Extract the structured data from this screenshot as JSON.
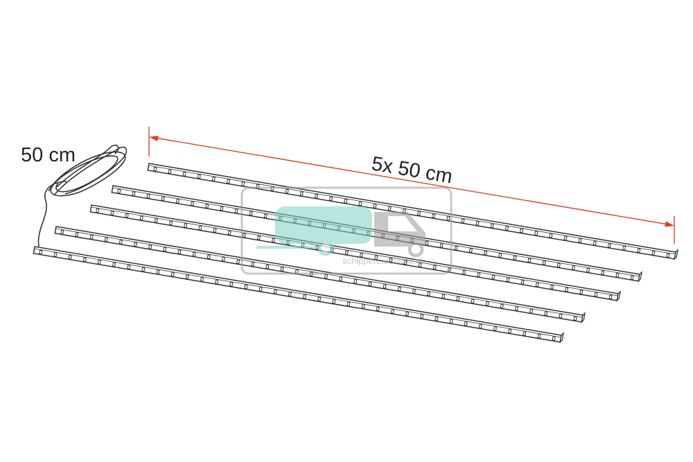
{
  "labels": {
    "cable_length": "50 cm",
    "strip_length": "5x 50 cm"
  },
  "watermark": {
    "text": "schippercaravans.nl",
    "icon": "caravan-and-van-icon"
  },
  "strips": [
    {
      "id": 1,
      "leds": 36
    },
    {
      "id": 2,
      "leds": 36
    },
    {
      "id": 3,
      "leds": 36
    },
    {
      "id": 4,
      "leds": 36
    },
    {
      "id": 5,
      "leds": 36
    }
  ],
  "colors": {
    "line": "#333333",
    "dimension_arrow": "#d9432b",
    "watermark_teal": "#7fd3c4",
    "watermark_gray": "#9a9a9a"
  }
}
